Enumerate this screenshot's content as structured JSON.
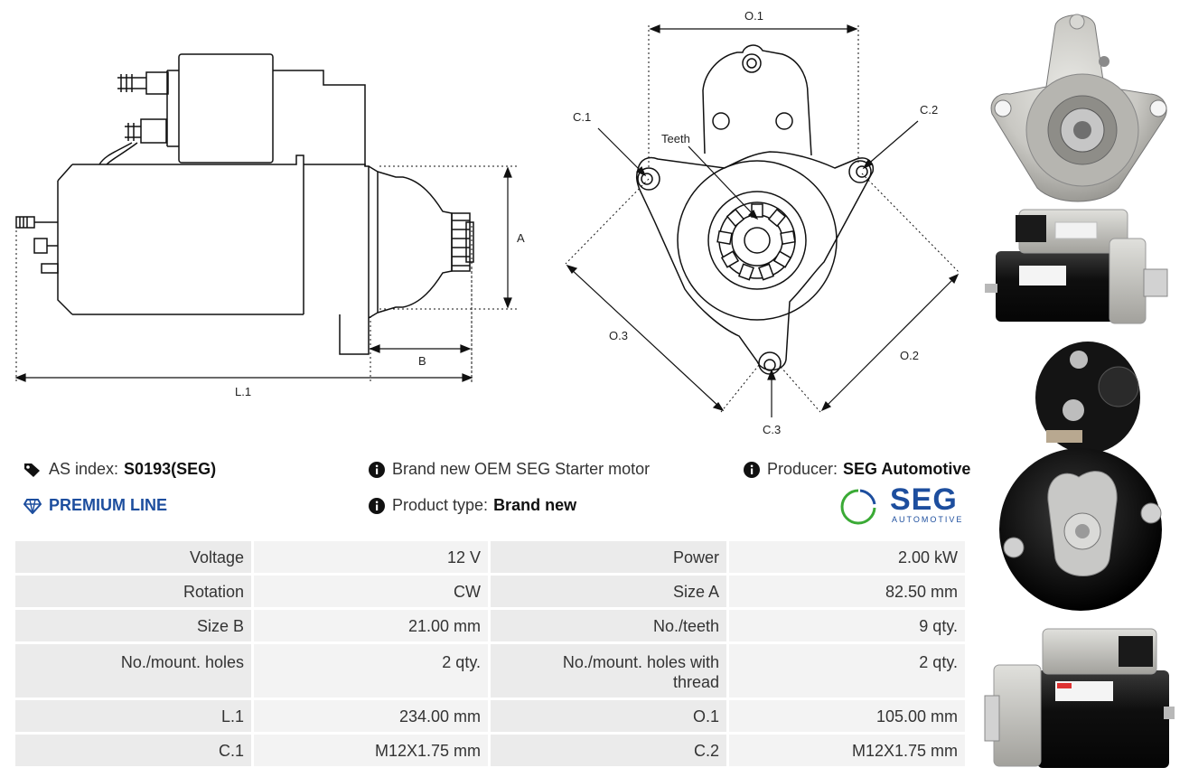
{
  "diagram_labels": {
    "side": {
      "a": "A",
      "b": "B",
      "l1": "L.1"
    },
    "front": {
      "o1": "O.1",
      "o2": "O.2",
      "o3": "O.3",
      "c1": "C.1",
      "c2": "C.2",
      "c3": "C.3",
      "teeth": "Teeth"
    }
  },
  "info": {
    "as_index_label": "AS index:",
    "as_index_value": "S0193(SEG)",
    "premium": "PREMIUM LINE",
    "description": "Brand new OEM SEG Starter motor",
    "product_type_label": "Product type:",
    "product_type_value": "Brand new",
    "producer_label": "Producer:",
    "producer_value": "SEG Automotive"
  },
  "brand_logo": {
    "name": "SEG",
    "sub": "AUTOMOTIVE",
    "color": "#1d4e9e",
    "accent": "#3aaa35"
  },
  "specs": [
    [
      {
        "k": "Voltage",
        "v": "12 V"
      },
      {
        "k": "Power",
        "v": "2.00 kW"
      }
    ],
    [
      {
        "k": "Rotation",
        "v": "CW"
      },
      {
        "k": "Size A",
        "v": "82.50 mm"
      }
    ],
    [
      {
        "k": "Size B",
        "v": "21.00 mm"
      },
      {
        "k": "No./teeth",
        "v": "9 qty."
      }
    ],
    [
      {
        "k": "No./mount. holes",
        "v": "2 qty."
      },
      {
        "k": "No./mount. holes with thread",
        "v": "2 qty."
      }
    ],
    [
      {
        "k": "L.1",
        "v": "234.00 mm"
      },
      {
        "k": "O.1",
        "v": "105.00 mm"
      }
    ],
    [
      {
        "k": "C.1",
        "v": "M12X1.75 mm"
      },
      {
        "k": "C.2",
        "v": "M12X1.75 mm"
      }
    ]
  ],
  "icons": {
    "tag": "tag-icon",
    "info": "info-icon",
    "gem": "gem-icon"
  },
  "colors": {
    "table_key": "#ebebeb",
    "table_val": "#f3f3f3",
    "premium": "#1d4e9e"
  }
}
